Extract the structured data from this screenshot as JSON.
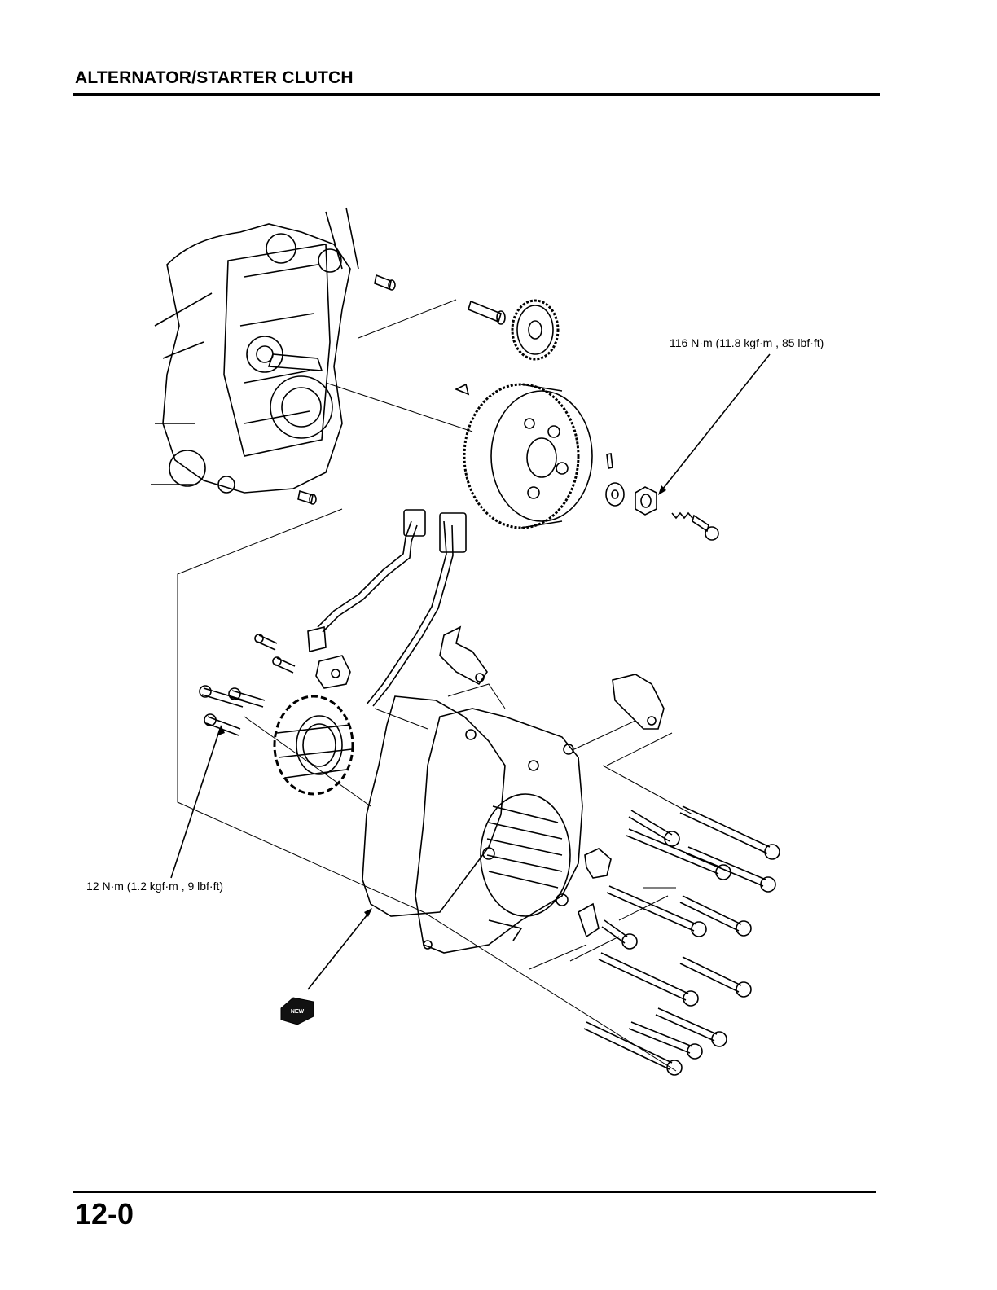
{
  "header": {
    "title": "ALTERNATOR/STARTER CLUTCH"
  },
  "diagram": {
    "torque_flywheel": "116 N·m (11.8 kgf·m , 85 lbf·ft)",
    "torque_stator": "12 N·m (1.2 kgf·m , 9 lbf·ft)",
    "new_mark": "NEW"
  },
  "footer": {
    "page_number": "12-0"
  }
}
